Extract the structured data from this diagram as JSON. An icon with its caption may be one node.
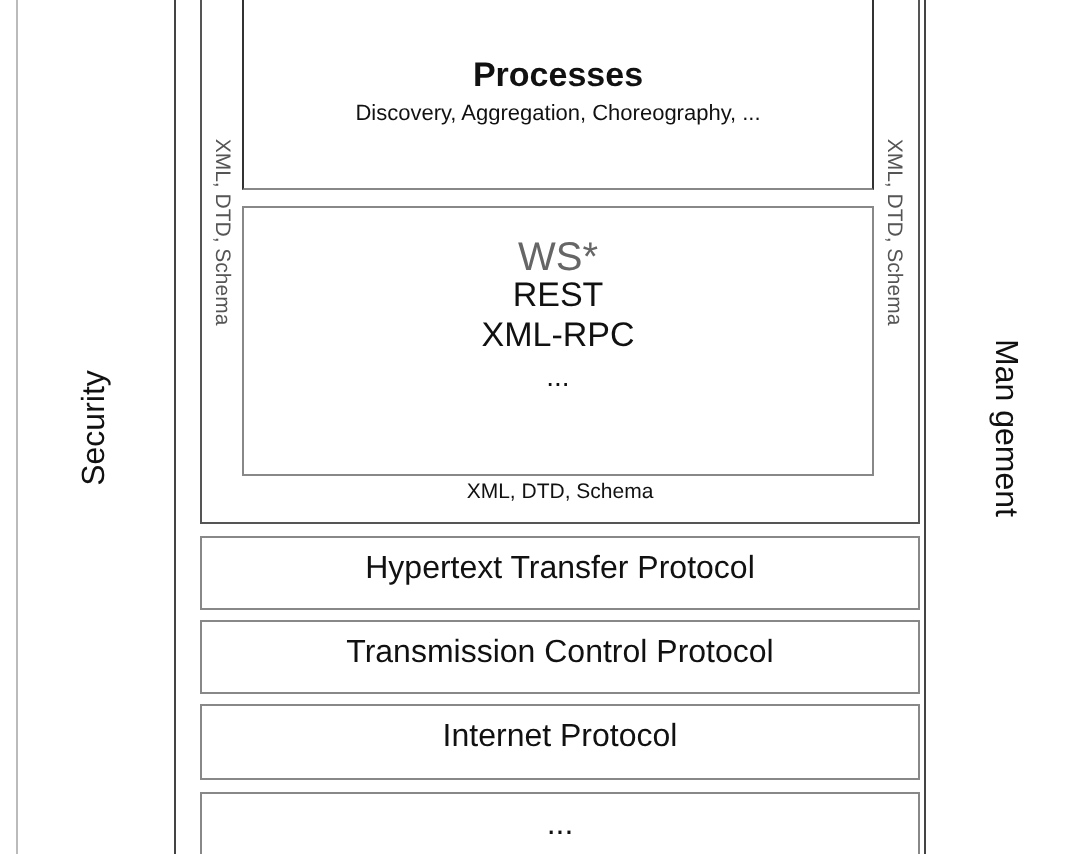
{
  "diagram": {
    "nodes": [
      {
        "text": [
          "Security"
        ]
      },
      {
        "text": [
          "Man gement"
        ]
      },
      {
        "text": [
          "XML, DTD, Schema",
          "XML, DTD, Schema",
          "XML, DTD, Schema"
        ]
      },
      {
        "text": [
          "Processes",
          "Discovery, Aggregation, Choreography, ..."
        ],
        "in": 2
      },
      {
        "text": [
          "WS*",
          "REST",
          "XML-RPC",
          "..."
        ],
        "in": 2
      },
      {
        "text": [
          "Hypertext Transfer Protocol"
        ]
      },
      {
        "text": [
          "Transmission Control Protocol"
        ]
      },
      {
        "text": [
          "Internet Protocol"
        ]
      },
      {
        "text": [
          "..."
        ]
      }
    ]
  }
}
